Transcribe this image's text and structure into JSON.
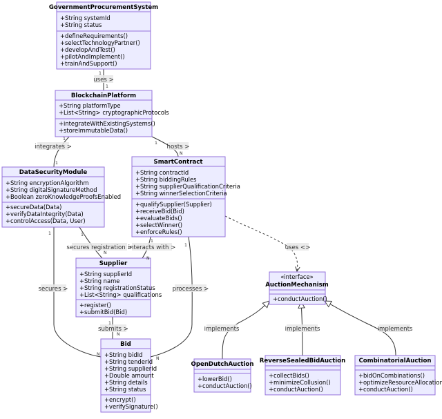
{
  "classes": {
    "gps": {
      "name": "GovernmentProcurementSystem",
      "attributes": [
        "+String systemId",
        "+String status"
      ],
      "methods": [
        "+defineRequirements()",
        "+selectTechnologyPartner()",
        "+developAndTest()",
        "+pilotAndImplement()",
        "+trainAndSupport()"
      ]
    },
    "bp": {
      "name": "BlockchainPlatform",
      "attributes": [
        "+String platformType",
        "+List<String> cryptographicProtocols"
      ],
      "methods": [
        "+integrateWithExistingSystems()",
        "+storeImmutableData()"
      ]
    },
    "dsm": {
      "name": "DataSecurityModule",
      "attributes": [
        "+String encryptionAlgorithm",
        "+String digitalSignatureMethod",
        "+Boolean zeroKnowledgeProofsEnabled"
      ],
      "methods": [
        "+secureData(Data)",
        "+verifyDataIntegrity(Data)",
        "+controlAccess(Data, User)"
      ]
    },
    "sc": {
      "name": "SmartContract",
      "attributes": [
        "+String contractId",
        "+String biddingRules",
        "+String supplierQualificationCriteria",
        "+String winnerSelectionCriteria"
      ],
      "methods": [
        "+qualifySupplier(Supplier)",
        "+receiveBid(Bid)",
        "+evaluateBids()",
        "+selectWinner()",
        "+enforceRules()"
      ]
    },
    "sup": {
      "name": "Supplier",
      "attributes": [
        "+String supplierId",
        "+String name",
        "+String registrationStatus",
        "+List<String> qualifications"
      ],
      "methods": [
        "+register()",
        "+submitBid(Bid)"
      ]
    },
    "am": {
      "stereotype": "«interface»",
      "name": "AuctionMechanism",
      "attributes": [],
      "methods": [
        "+conductAuction()"
      ]
    },
    "bid": {
      "name": "Bid",
      "attributes": [
        "+String bidId",
        "+String tenderId",
        "+String supplierId",
        "+Double amount",
        "+String details",
        "+String status"
      ],
      "methods": [
        "+encrypt()",
        "+verifySignature()"
      ]
    },
    "oda": {
      "name": "OpenDutchAuction",
      "attributes": [],
      "methods": [
        "+lowerBid()",
        "+conductAuction()"
      ]
    },
    "rsba": {
      "name": "ReverseSealedBidAuction",
      "attributes": [],
      "methods": [
        "+collectBids()",
        "+minimizeCollusion()",
        "+conductAuction()"
      ]
    },
    "ca": {
      "name": "CombinatorialAuction",
      "attributes": [],
      "methods": [
        "+bidOnCombinations()",
        "+optimizeResourceAllocation()",
        "+conductAuction()"
      ]
    }
  },
  "relations": {
    "uses": {
      "label": "uses >",
      "from_mult": "1",
      "to_mult": "1"
    },
    "integrates": {
      "label": "integrates >",
      "from_mult": "1",
      "to_mult": "1"
    },
    "hosts": {
      "label": "hosts >",
      "from_mult": "1",
      "to_mult": "N"
    },
    "secures_registration": {
      "label": "secures registration >",
      "from_mult": "1",
      "to_mult": "N"
    },
    "secures": {
      "label": "secures >",
      "from_mult": "1",
      "to_mult": "N"
    },
    "interacts_with": {
      "label": "interacts with >",
      "from_mult": "1",
      "to_mult": "N"
    },
    "processes": {
      "label": "processes >",
      "from_mult": "1",
      "to_mult": "N"
    },
    "uses_auction": {
      "label": "uses <>"
    },
    "submits": {
      "label": "submits >",
      "from_mult": "1",
      "to_mult": "N"
    },
    "impl_oda": {
      "label": "implements"
    },
    "impl_rsba": {
      "label": "implements"
    },
    "impl_ca": {
      "label": "implements"
    }
  }
}
